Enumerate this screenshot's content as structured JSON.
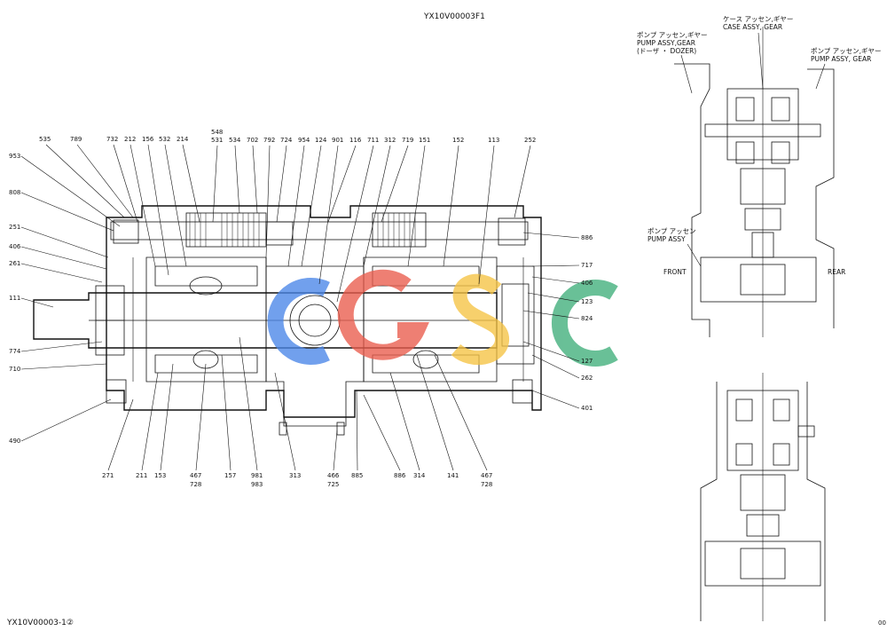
{
  "drawing_code_top": "YX10V00003F1",
  "drawing_code_bottom": "YX10V00003-1②",
  "page_mark": "00",
  "watermark": {
    "text": "CGSC",
    "colors": [
      "#4a86e8",
      "#ea5c4c",
      "#f6c344",
      "#3fae7a"
    ]
  },
  "callouts_top": [
    "535",
    "789",
    "732",
    "212",
    "156",
    "532",
    "214",
    "548",
    "531",
    "534",
    "702",
    "792",
    "724",
    "954",
    "124",
    "901",
    "116",
    "711",
    "312",
    "719",
    "151",
    "152",
    "113",
    "252"
  ],
  "callouts_left": [
    "953",
    "808",
    "251",
    "406",
    "261",
    "111",
    "774",
    "710",
    "490"
  ],
  "callouts_right": [
    "886",
    "717",
    "406",
    "123",
    "824",
    "127",
    "262",
    "401"
  ],
  "callouts_bottom": [
    "271",
    "211",
    "153",
    "467",
    "728",
    "157",
    "981",
    "983",
    "313",
    "466",
    "725",
    "885",
    "886",
    "314",
    "141",
    "467",
    "728"
  ],
  "side_labels": {
    "pump_gear_dozer_jp": "ポンプ アッセン,ギヤー",
    "pump_gear_dozer_en": "PUMP ASSY,GEAR",
    "pump_gear_dozer_sub": "(ドーザ ・ DOZER)",
    "case_gear_jp": "ケース アッセン,ギヤー",
    "case_gear_en": "CASE ASSY, GEAR",
    "pump_gear_jp": "ポンプ アッセン,ギヤー",
    "pump_gear_en": "PUMP ASSY, GEAR",
    "pump_assy_jp": "ポンプ アッセン",
    "pump_assy_en": "PUMP ASSY",
    "front": "FRONT",
    "rear": "REAR"
  }
}
